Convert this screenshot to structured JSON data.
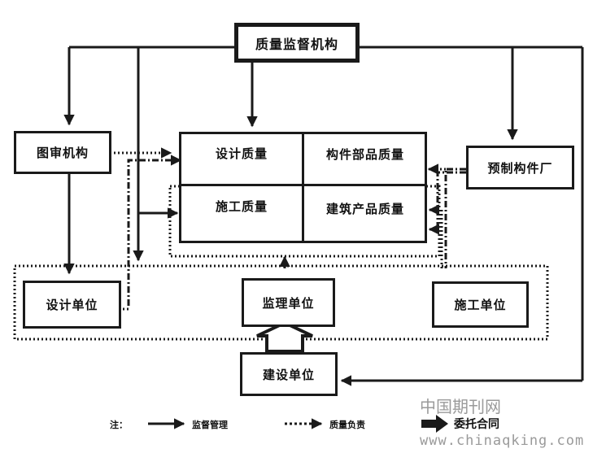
{
  "nodes": {
    "supervision": "质量监督机构",
    "review": "图审机构",
    "prefab": "预制构件厂",
    "design_unit": "设计单位",
    "supervisor_unit": "监理单位",
    "construction_unit": "施工单位",
    "owner": "建设单位"
  },
  "quality": {
    "design": "设计质量",
    "components": "构件部品质量",
    "construction": "施工质量",
    "product": "建筑产品质量"
  },
  "legend": {
    "note": "注：",
    "solid": "监督管理",
    "dotted": "质量负责",
    "contract": "委托合同"
  },
  "watermark": {
    "title": "中国期刊网",
    "url": "www.chinaqking.com"
  },
  "colors": {
    "ink": "#1a1a1a",
    "watermark": "#9a9a9a"
  }
}
